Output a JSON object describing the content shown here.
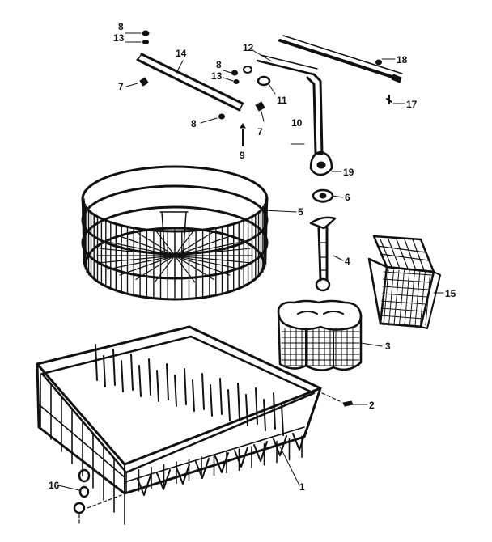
{
  "callouts": {
    "c1": "1",
    "c2": "2",
    "c3": "3",
    "c4": "4",
    "c5": "5",
    "c6": "6",
    "c7a": "7",
    "c7b": "7",
    "c8a": "8",
    "c8b": "8",
    "c8c": "8",
    "c9": "9",
    "c10": "10",
    "c11": "11",
    "c12": "12",
    "c13a": "13",
    "c13b": "13",
    "c14": "14",
    "c15": "15",
    "c16": "16",
    "c17": "17",
    "c18": "18",
    "c19": "19"
  },
  "colors": {
    "ink": "#111111",
    "paper": "#ffffff"
  }
}
